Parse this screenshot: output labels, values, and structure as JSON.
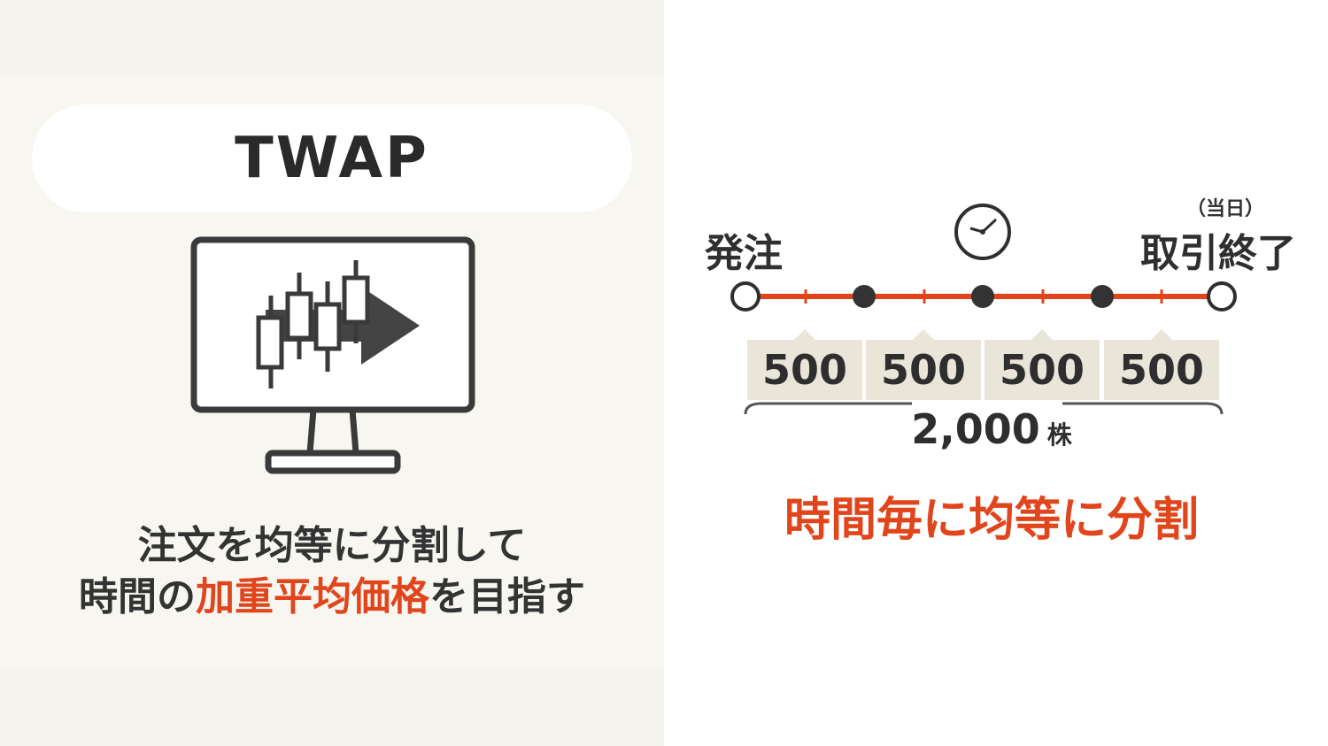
{
  "left": {
    "title": "TWAP",
    "caption_line1": "注文を均等に分割して",
    "caption_line2_a": "時間の",
    "caption_line2_b": "加重平均価格",
    "caption_line2_c": "を目指す"
  },
  "right": {
    "start_label": "発注",
    "end_note": "（当日）",
    "end_label": "取引終了",
    "quantities": [
      "500",
      "500",
      "500",
      "500"
    ],
    "total_number": "2,000",
    "total_unit": "株",
    "summary": "時間毎に均等に分割"
  },
  "icons": {
    "monitor": "monitor-candlestick-chart-icon",
    "clock": "clock-icon"
  },
  "colors": {
    "accent": "#e0451c",
    "text": "#2f2f2f",
    "panel": "#f8f6f0",
    "box": "#e9e5d8"
  }
}
